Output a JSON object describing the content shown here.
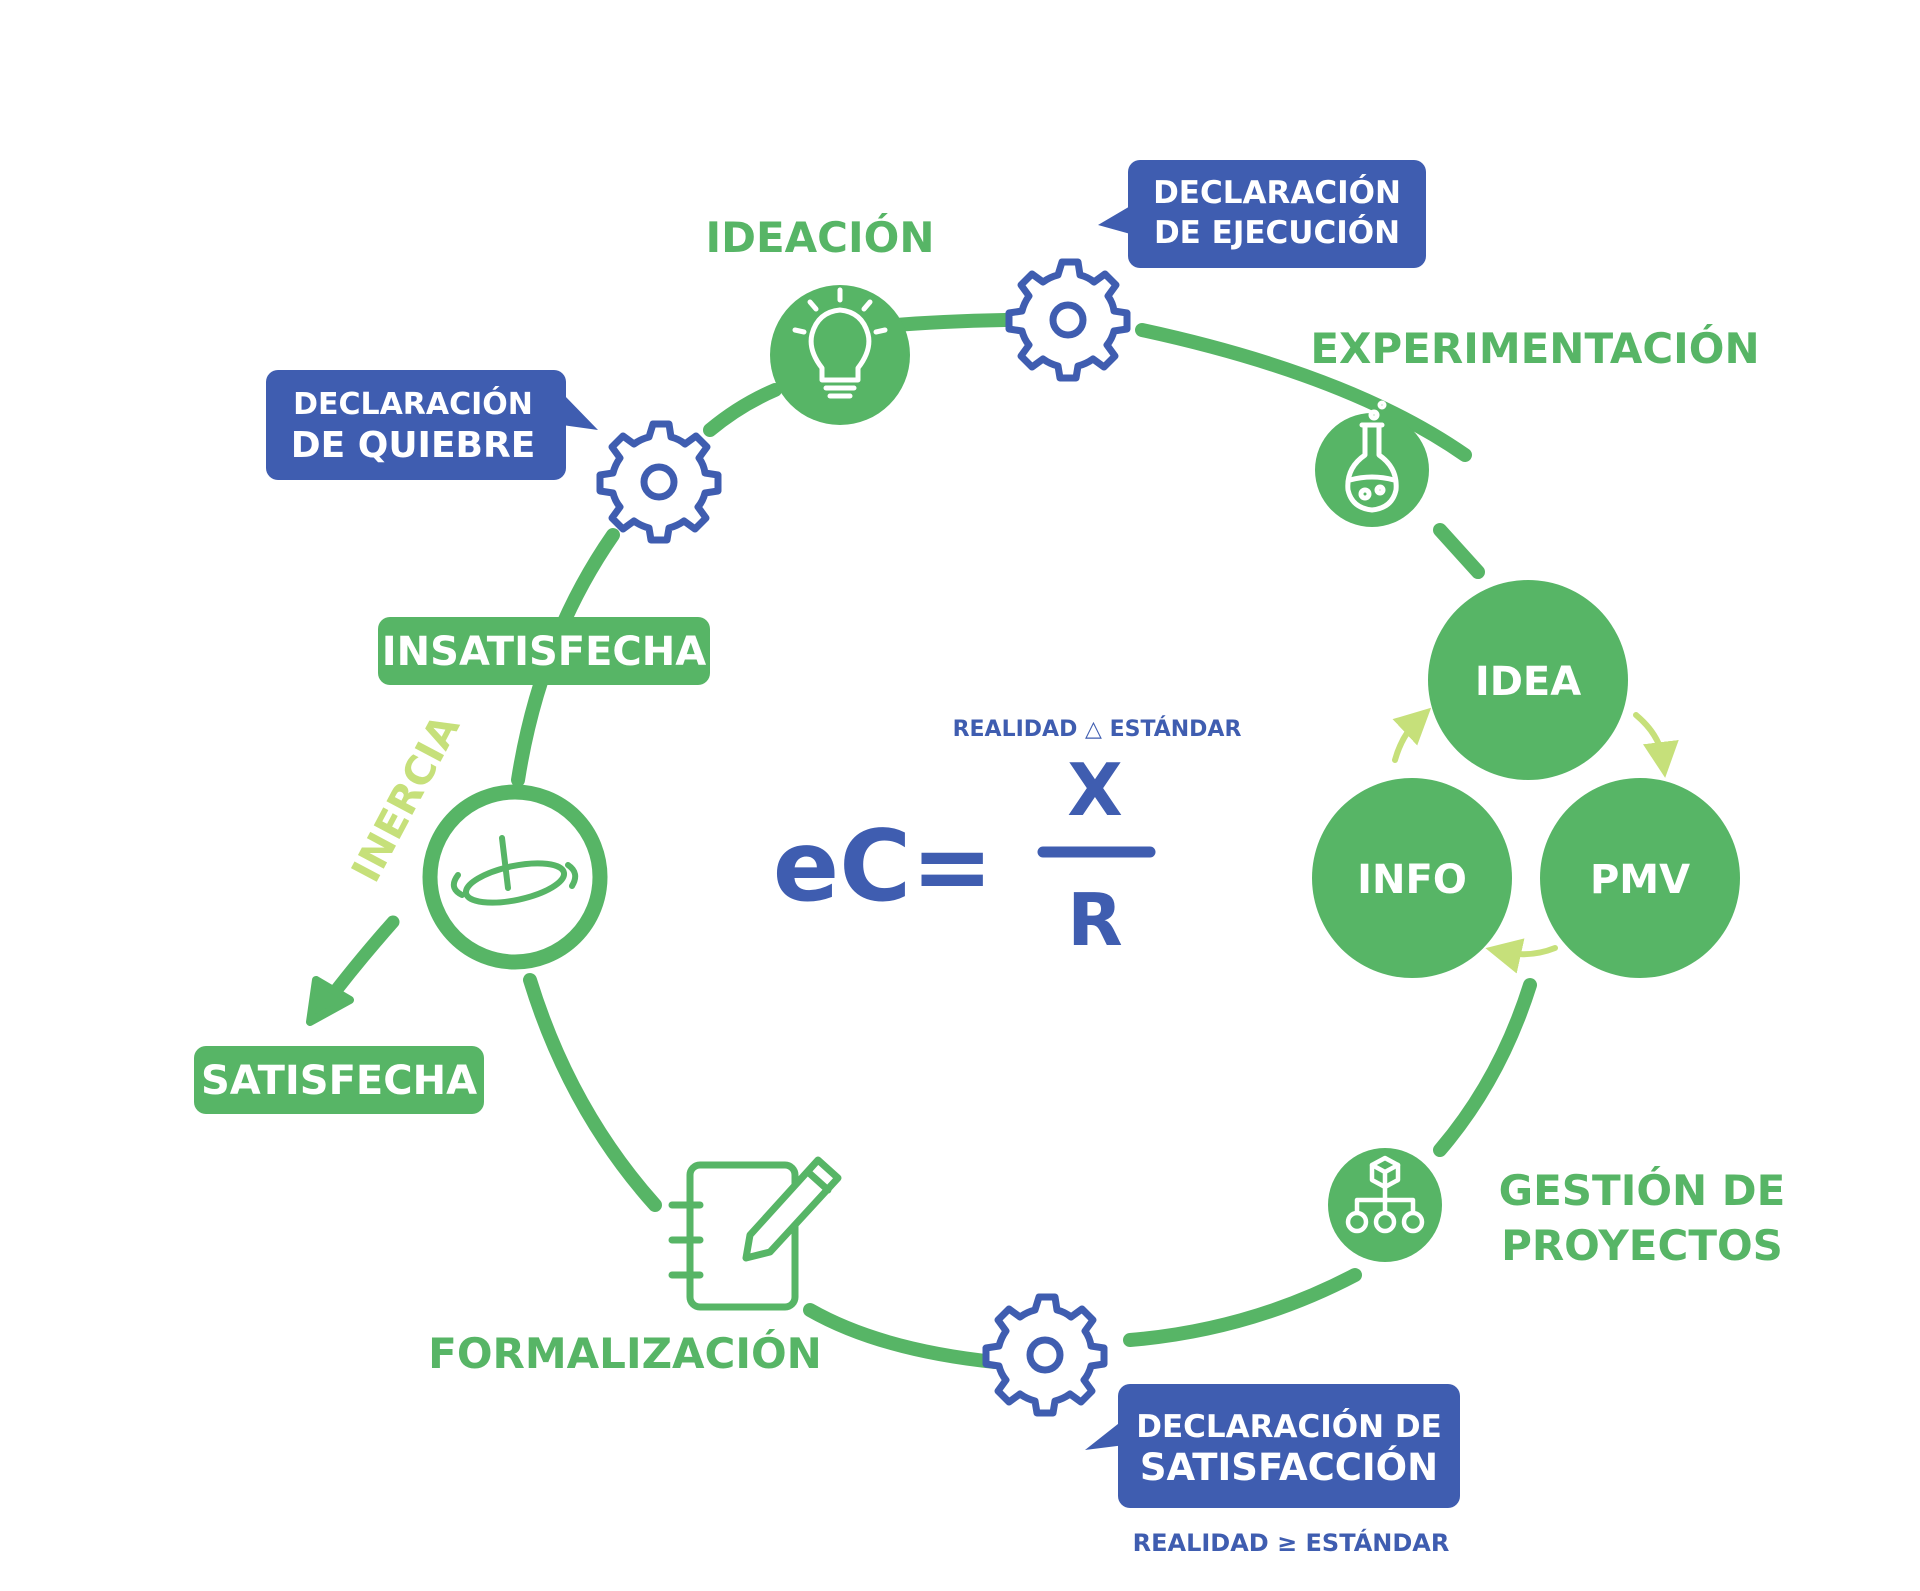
{
  "colors": {
    "green": "#57b566",
    "blue": "#3f5db0",
    "light_green": "#c6e07a",
    "white": "#ffffff"
  },
  "stages": {
    "ideacion": "IDEACIÓN",
    "experimentacion": "EXPERIMENTACIÓN",
    "gestion_line1": "GESTIÓN DE",
    "gestion_line2": "PROYECTOS",
    "formalizacion": "FORMALIZACIÓN",
    "inercia": "INERCIA"
  },
  "declarations": {
    "quiebre_line1": "DECLARACIÓN",
    "quiebre_line2": "DE QUIEBRE",
    "ejecucion_line1": "DECLARACIÓN",
    "ejecucion_line2": "DE EJECUCIÓN",
    "satisfaccion_line1": "DECLARACIÓN DE",
    "satisfaccion_line2": "SATISFACCIÓN",
    "satisfaccion_note": "REALIDAD ≥ ESTÁNDAR"
  },
  "states": {
    "insatisfecha": "INSATISFECHA",
    "satisfecha": "SATISFECHA"
  },
  "formula": {
    "lhs": "eC=",
    "numerator": "X",
    "denominator": "R",
    "note": "REALIDAD △ ESTÁNDAR"
  },
  "sub_cycle": {
    "idea": "IDEA",
    "pmv": "PMV",
    "info": "INFO"
  },
  "icons": [
    "lightbulb-icon",
    "flask-icon",
    "hierarchy-icon",
    "notebook-pencil-icon",
    "spinning-top-icon",
    "gear-icon"
  ]
}
